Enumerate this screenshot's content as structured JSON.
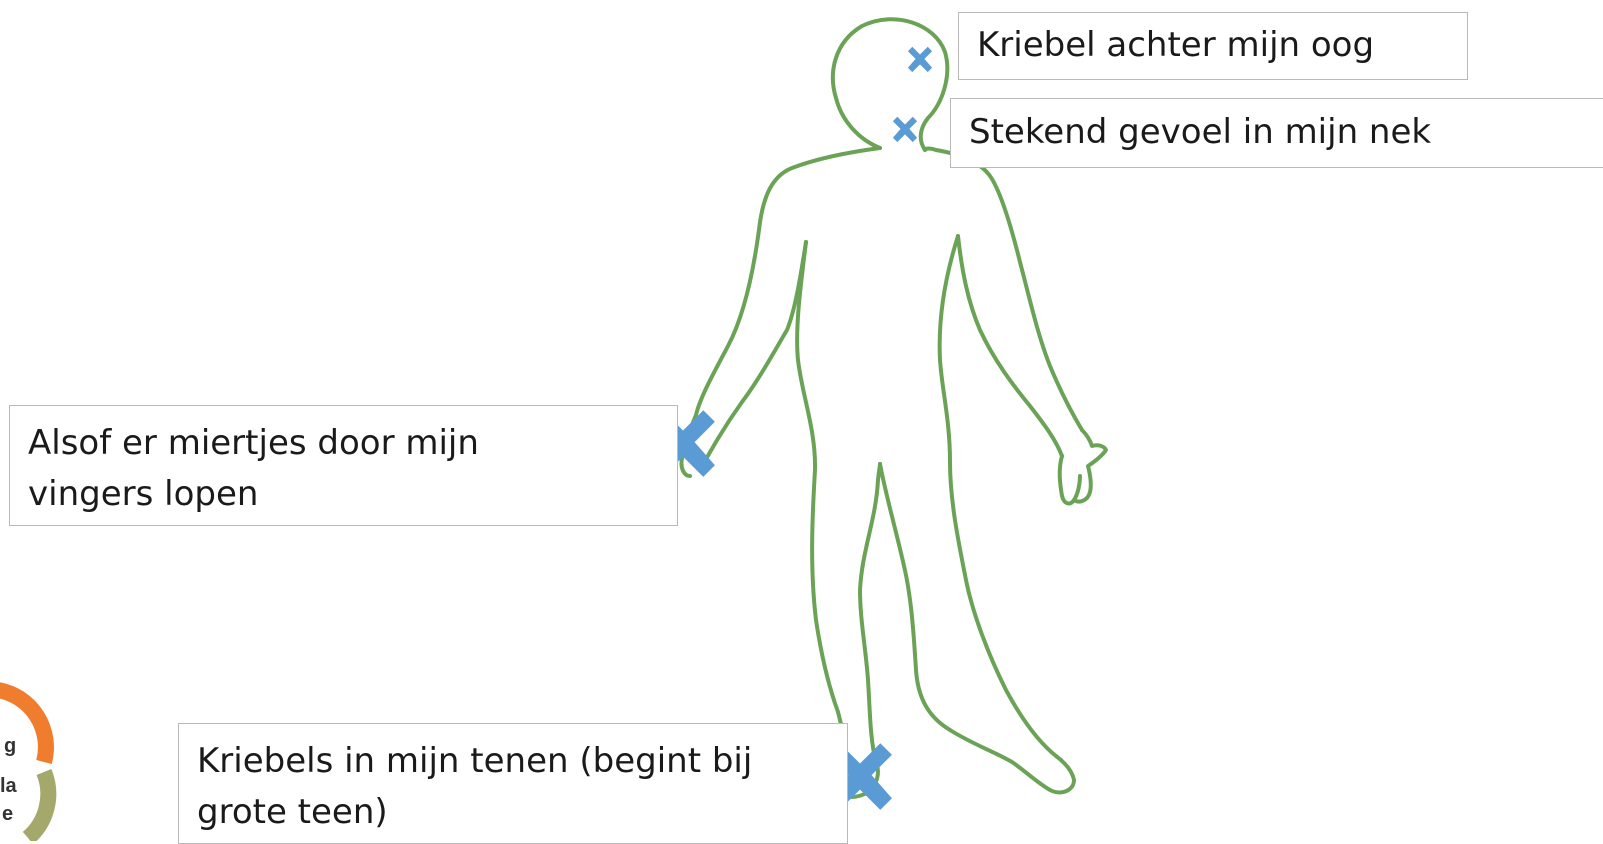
{
  "colors": {
    "body_outline": "#6aa356",
    "marker": "#5b9bd5",
    "logo_orange": "#ef7d2d",
    "logo_olive": "#a5a86b"
  },
  "icons": {
    "marker": "x-mark-icon",
    "logo": "circular-logo-icon"
  },
  "callouts": {
    "eye": {
      "text": "Kriebel achter mijn oog"
    },
    "neck": {
      "text": "Stekend gevoel in mijn nek"
    },
    "hand": {
      "line1": "Alsof er miertjes door mijn",
      "line2": "vingers lopen"
    },
    "toes": {
      "line1": "Kriebels in mijn tenen (begint bij",
      "line2": "grote teen)"
    }
  },
  "logo": {
    "line1": "g",
    "line2": "la",
    "line3": "e"
  }
}
